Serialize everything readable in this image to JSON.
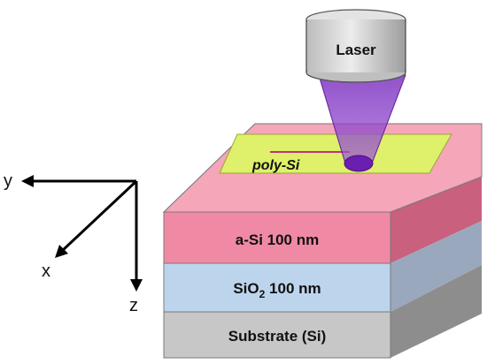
{
  "laser": {
    "label": "Laser"
  },
  "sample": {
    "label": "poly-Si"
  },
  "layers": {
    "asi": {
      "label": "a-Si 100 nm",
      "color": "#f08aa4"
    },
    "sio2": {
      "formula_main": "SiO",
      "formula_sub": "2",
      "thickness": " 100 nm",
      "color": "#bcd5ec"
    },
    "substrate": {
      "label": "Substrate (Si)",
      "color": "#c7c7c7"
    }
  },
  "axes": {
    "x": "x",
    "y": "y",
    "z": "z"
  },
  "colors": {
    "top_surface": "#f5a6b8",
    "poly_si": "#dff06a",
    "beam": "#8a3fc8",
    "beam_spot": "#6a1fb0",
    "laser_body": "#d8d8d8"
  }
}
